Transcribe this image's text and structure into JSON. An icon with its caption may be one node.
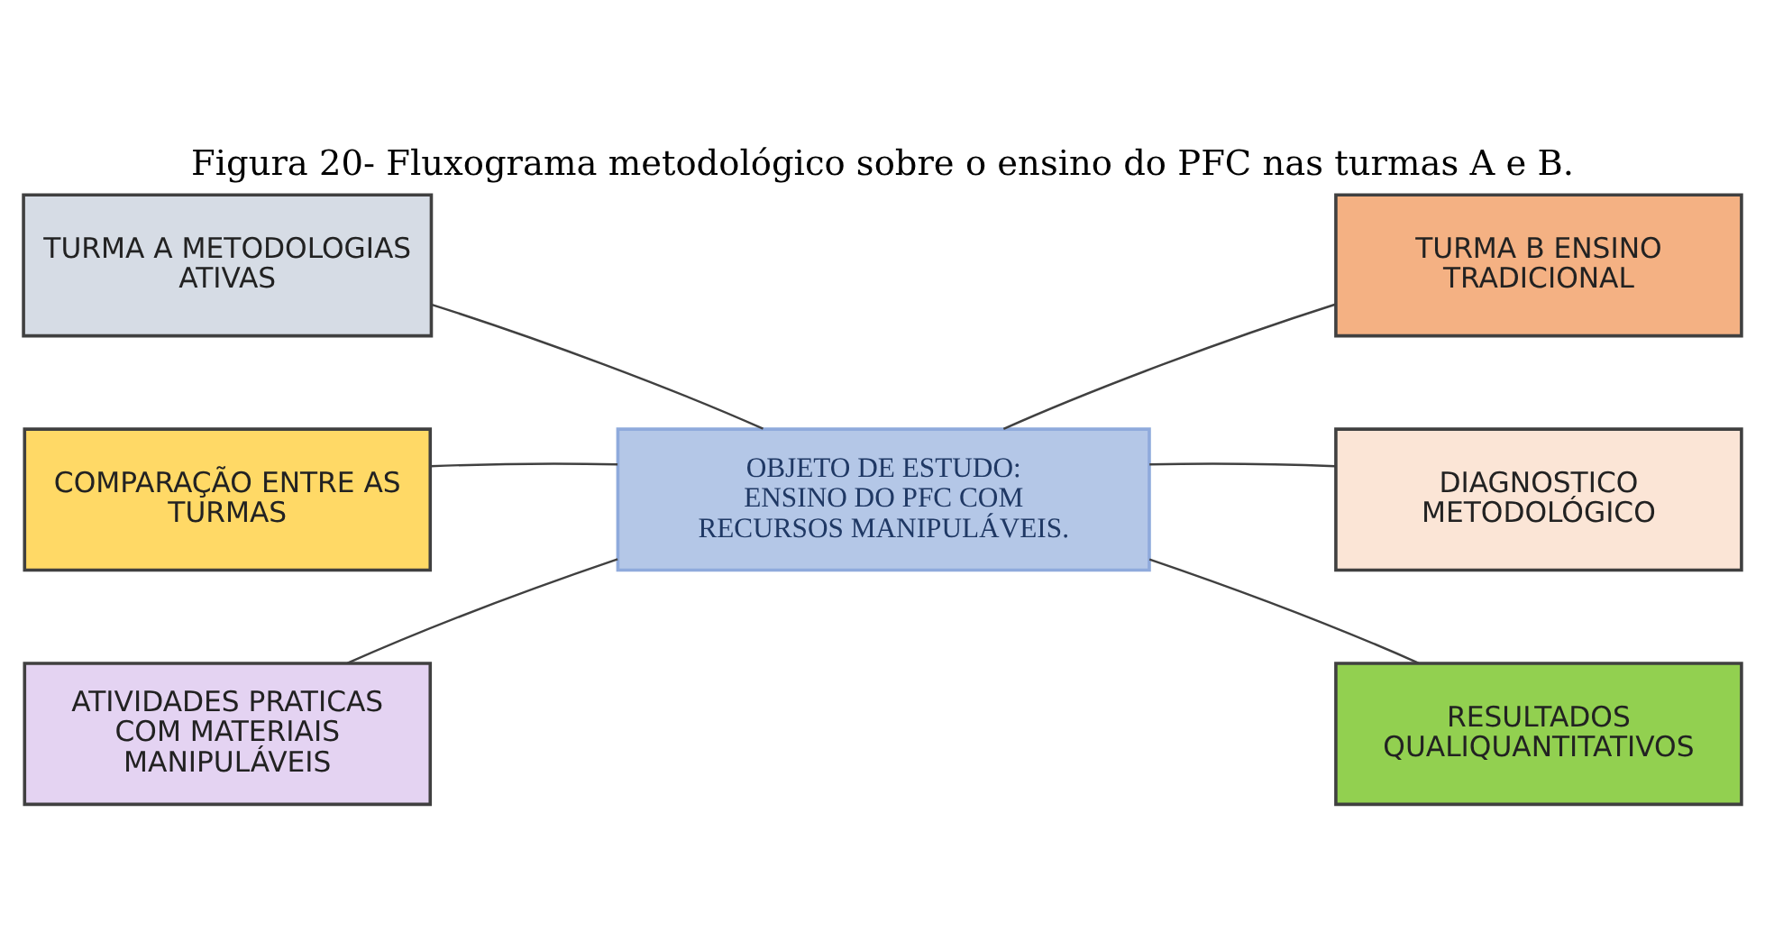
{
  "diagram": {
    "title": "Figura 20- Fluxograma metodológico sobre o ensino do PFC nas turmas A e B.",
    "nodes": [
      {
        "text": [
          "TURMA A METODOLOGIAS ATIVAS"
        ]
      },
      {
        "text": [
          "TURMA B ENSINO TRADICIONAL"
        ]
      },
      {
        "text": [
          "COMPARAÇÃO ENTRE AS TURMAS"
        ]
      },
      {
        "text": [
          "OBJETO DE ESTUDO: ENSINO DO PFC COM RECURSOS MANIPULÁVEIS."
        ]
      },
      {
        "text": [
          "DIAGNOSTICO METODOLÓGICO"
        ]
      },
      {
        "text": [
          "ATIVIDADES PRATICAS COM MATERIAIS MANIPULÁVEIS"
        ]
      },
      {
        "text": [
          "RESULTADOS QUALIQUANTITATIVOS"
        ]
      }
    ],
    "edges": [
      {
        "from": 3,
        "to": 0,
        "arrow": "none"
      },
      {
        "from": 3,
        "to": 1,
        "arrow": "none"
      },
      {
        "from": 3,
        "to": 2,
        "arrow": "none"
      },
      {
        "from": 3,
        "to": 4,
        "arrow": "none"
      },
      {
        "from": 3,
        "to": 5,
        "arrow": "none"
      },
      {
        "from": 3,
        "to": 6,
        "arrow": "none"
      }
    ]
  }
}
